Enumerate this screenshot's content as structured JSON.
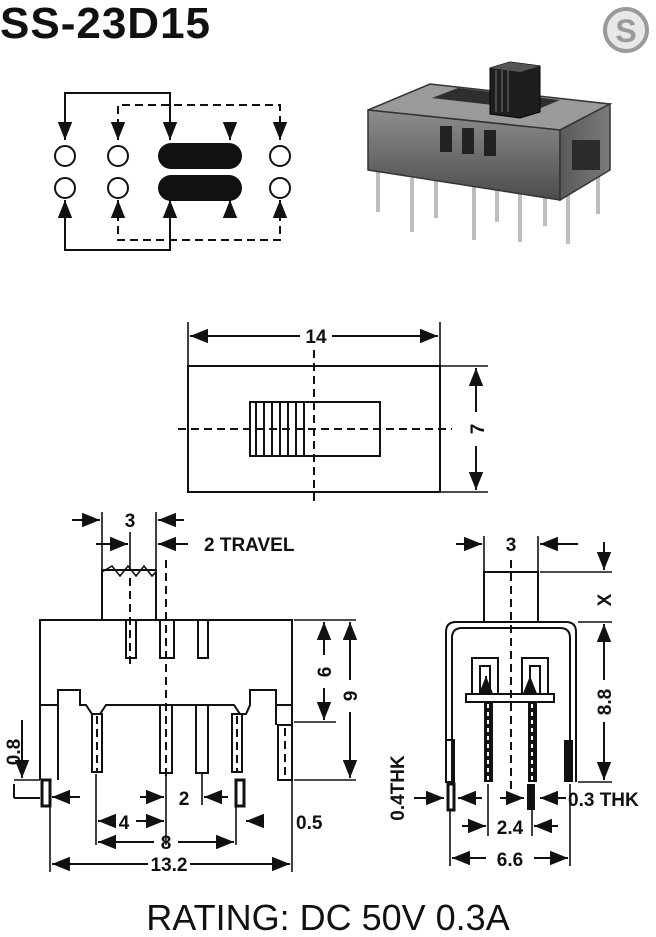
{
  "header": {
    "part_number": "SS-23D15",
    "brand_letter": "S"
  },
  "top_view": {
    "width_label": "14",
    "height_label": "7"
  },
  "front_view": {
    "knob_label": "3",
    "travel_label": "2 TRAVEL",
    "dim_6": "6",
    "dim_9": "9",
    "dim_0_8": "0.8",
    "dim_2": "2",
    "dim_4": "4",
    "dim_8": "8",
    "dim_0_5": "0.5",
    "dim_13_2": "13.2"
  },
  "side_view": {
    "knob_label": "3",
    "x_label": "X",
    "dim_8_8": "8.8",
    "thk_left": "0.4THK",
    "thk_right": "0.3 THK",
    "dim_2_4": "2.4",
    "dim_6_6": "6.6"
  },
  "footer": {
    "rating": "RATING: DC 50V 0.3A"
  }
}
